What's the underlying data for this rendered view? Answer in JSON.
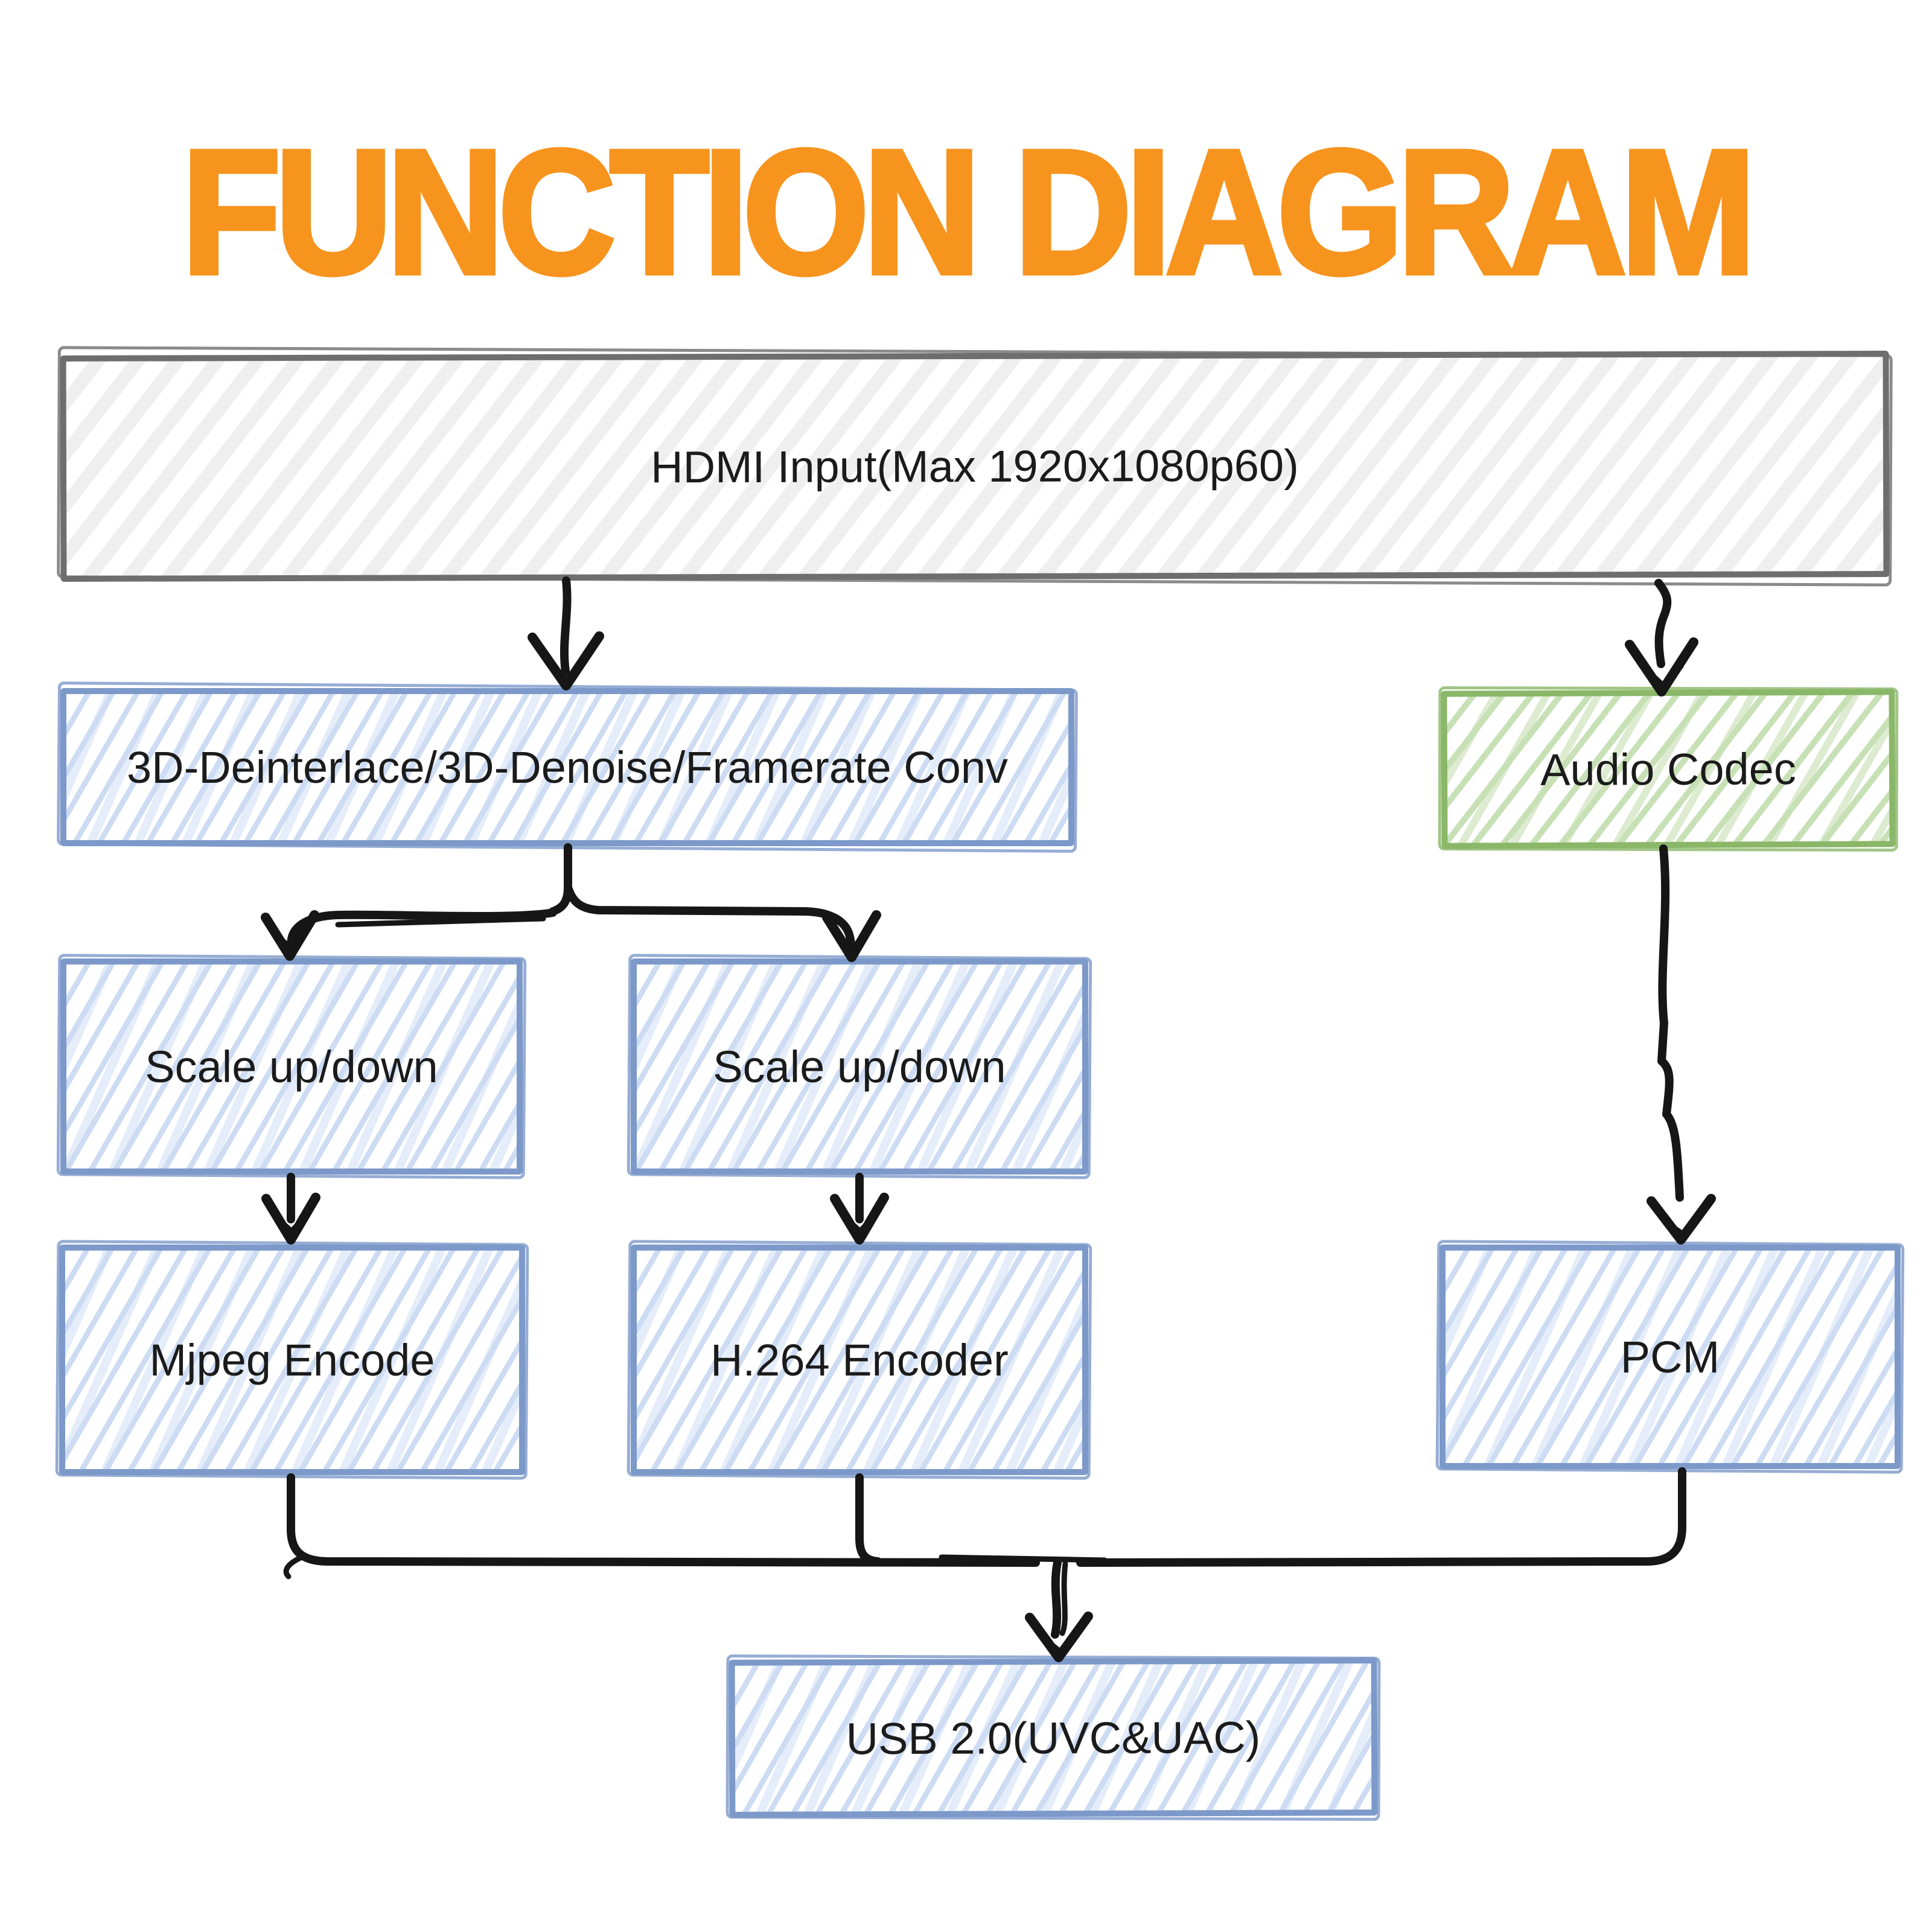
{
  "title": "FUNCTION DIAGRAM",
  "colors": {
    "title_orange": "#F7941E",
    "box_gray_border": "#6E6E6E",
    "box_gray_hatch": "#EFEFEF",
    "box_blue_border": "#7C99C9",
    "box_blue_hatch": "#CDDCF3",
    "box_blue_hatch2": "#E4EDF9",
    "box_green_border": "#8AB768",
    "box_green_hatch": "#C8E0B6",
    "box_green_hatch2": "#DDEBD1",
    "arrow_black": "#161616",
    "label_text": "#1B1B1B"
  },
  "nodes": {
    "hdmi_input": {
      "label": "HDMI Input(Max 1920x1080p60)"
    },
    "preprocess": {
      "label": "3D-Deinterlace/3D-Denoise/Framerate Conv"
    },
    "audio_codec": {
      "label": "Audio Codec"
    },
    "scale_left": {
      "label": "Scale up/down"
    },
    "scale_right": {
      "label": "Scale up/down"
    },
    "mjpeg": {
      "label": "Mjpeg Encode"
    },
    "h264": {
      "label": "H.264 Encoder"
    },
    "pcm": {
      "label": "PCM"
    },
    "usb": {
      "label": "USB 2.0(UVC&UAC)"
    }
  }
}
